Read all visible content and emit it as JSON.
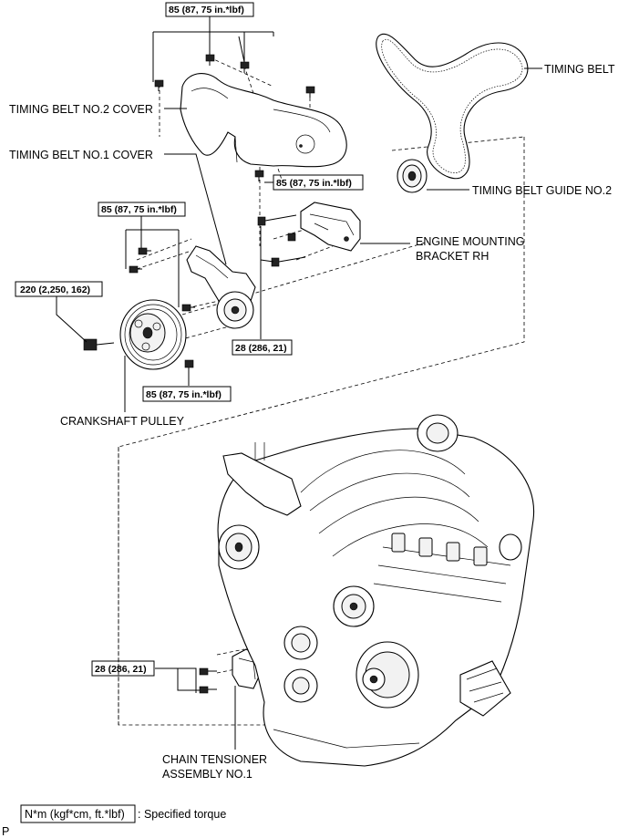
{
  "torque_boxes": {
    "top_cover_bolts": "85 (87, 75 in.*lbf)",
    "cover_lower_bolt": "85 (87, 75 in.*lbf)",
    "no1_cover_bolts": "85 (87, 75 in.*lbf)",
    "pulley_bolt": "220 (2,250, 162)",
    "bracket_bolts": "28 (286, 21)",
    "pulley_lower_bolt": "85 (87, 75 in.*lbf)",
    "tensioner_bolts": "28 (286, 21)"
  },
  "labels": {
    "timing_belt": "TIMING BELT",
    "timing_belt_no2_cover": "TIMING BELT NO.2 COVER",
    "timing_belt_no1_cover": "TIMING BELT NO.1 COVER",
    "timing_belt_guide_no2": "TIMING BELT GUIDE NO.2",
    "engine_mounting_bracket_line1": "ENGINE MOUNTING",
    "engine_mounting_bracket_line2": "BRACKET RH",
    "crankshaft_pulley": "CRANKSHAFT PULLEY",
    "chain_tensioner_line1": "CHAIN TENSIONER",
    "chain_tensioner_line2": "ASSEMBLY NO.1",
    "corner_mark": "P"
  },
  "legend": {
    "unit_box": "N*m (kgf*cm, ft.*lbf)",
    "description": ": Specified torque"
  }
}
